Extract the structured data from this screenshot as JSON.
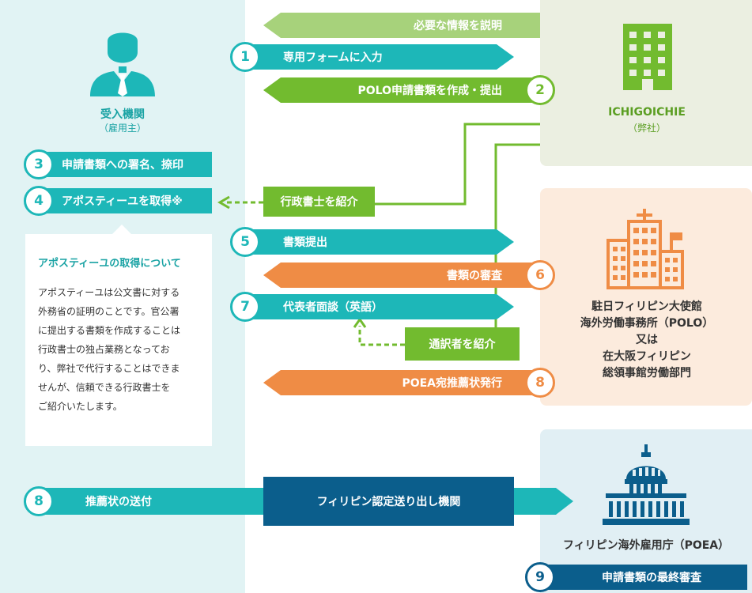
{
  "colors": {
    "teal": "#1db7b8",
    "green": "#72bb2f",
    "light_green": "#a7d27b",
    "orange": "#ef8c45",
    "navy": "#0b5e8c"
  },
  "employer": {
    "icon": "person-icon",
    "title": "受入機関",
    "subtitle": "（雇用主）"
  },
  "company": {
    "icon": "office-building-icon",
    "title": "ICHIGOICHIE",
    "subtitle": "（弊社）"
  },
  "embassy": {
    "icon": "city-buildings-icon",
    "lines": [
      "駐日フィリピン大使館",
      "海外労働事務所（POLO）",
      "又は",
      "在大阪フィリピン",
      "総領事館労働部門"
    ]
  },
  "poea": {
    "icon": "capitol-icon",
    "title": "フィリピン海外雇用庁（POEA）"
  },
  "steps": {
    "s0": {
      "label": "必要な情報を説明"
    },
    "s1": {
      "num": "1",
      "label": "専用フォームに入力"
    },
    "s2": {
      "num": "2",
      "label": "POLO申請書類を作成・提出"
    },
    "s3": {
      "num": "3",
      "label": "申請書類への署名、捺印"
    },
    "s4": {
      "num": "4",
      "label": "アポスティーユを取得※"
    },
    "s5": {
      "num": "5",
      "label": "書類提出"
    },
    "s6": {
      "num": "6",
      "label": "書類の審査"
    },
    "s7": {
      "num": "7",
      "label": "代表者面談（英語）"
    },
    "s8a": {
      "num": "8",
      "label": "POEA宛推薦状発行"
    },
    "s8b": {
      "num": "8",
      "label": "推薦状の送付"
    },
    "s9": {
      "num": "9",
      "label": "申請書類の最終審査"
    }
  },
  "gyosei_intro": "行政書士を紹介",
  "interpreter_intro": "通訳者を紹介",
  "agency": "フィリピン認定送り出し機関",
  "note": {
    "title": "アポスティーユの取得について",
    "lines": [
      "アポスティーユは公文書に対する",
      "外務省の証明のことです。官公署",
      "に提出する書類を作成することは",
      "行政書士の独占業務となってお",
      "り、弊社で代行することはできま",
      "せんが、信頼できる行政書士を",
      "ご紹介いたします。"
    ]
  }
}
